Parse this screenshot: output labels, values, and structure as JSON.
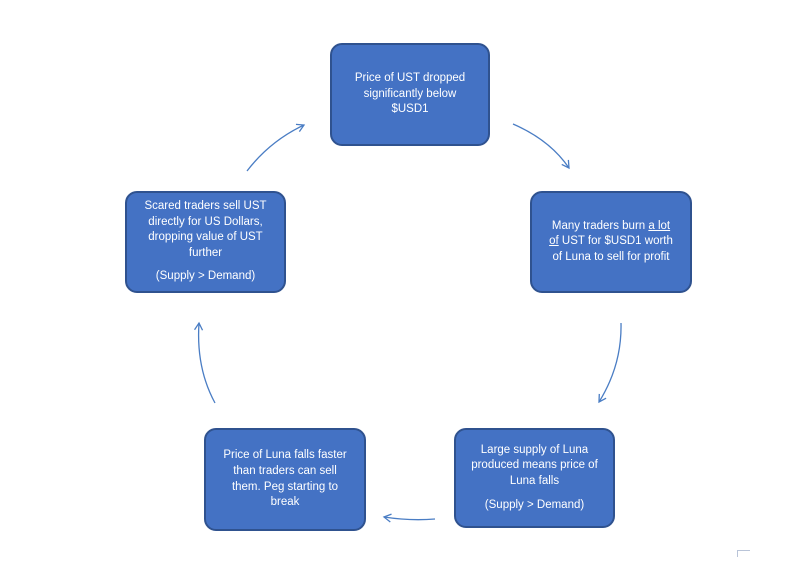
{
  "diagram": {
    "nodes": [
      {
        "id": "price-ust-dropped",
        "lines": [
          "Price of UST dropped",
          "significantly below",
          "$USD1"
        ]
      },
      {
        "id": "traders-burn-ust",
        "line1_prefix": "Many traders burn ",
        "line1_underlined": "a lot",
        "line2_underlined": "of",
        "line2_suffix": " UST for $USD1 worth",
        "line3": "of Luna to sell for profit"
      },
      {
        "id": "large-supply-luna",
        "lines": [
          "Large supply of Luna",
          "produced means price of",
          "Luna falls"
        ],
        "note": "(Supply > Demand)"
      },
      {
        "id": "luna-price-falls",
        "lines": [
          "Price of Luna falls faster",
          "than traders can sell",
          "them. Peg starting to",
          "break"
        ]
      },
      {
        "id": "scared-traders-sell",
        "lines": [
          "Scared traders sell UST",
          "directly for US Dollars,",
          "dropping value of UST",
          "further"
        ],
        "note": "(Supply > Demand)"
      }
    ],
    "edges": [
      {
        "from": "price-ust-dropped",
        "to": "traders-burn-ust"
      },
      {
        "from": "traders-burn-ust",
        "to": "large-supply-luna"
      },
      {
        "from": "large-supply-luna",
        "to": "luna-price-falls"
      },
      {
        "from": "luna-price-falls",
        "to": "scared-traders-sell"
      },
      {
        "from": "scared-traders-sell",
        "to": "price-ust-dropped"
      }
    ],
    "colors": {
      "box_fill": "#4472c4",
      "box_border": "#2f528f",
      "box_text": "#ffffff",
      "arrow": "#4a7dc4"
    }
  }
}
